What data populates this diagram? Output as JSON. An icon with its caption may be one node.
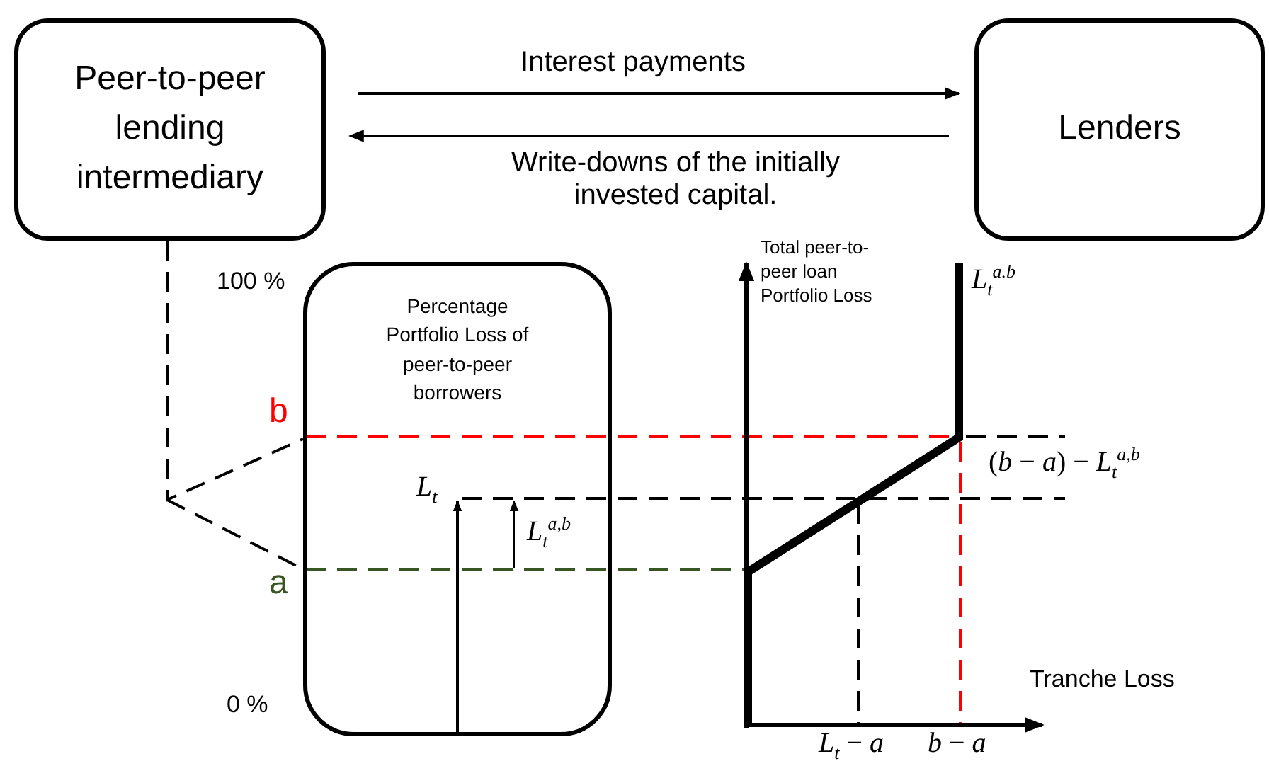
{
  "diagram": {
    "nodes": [
      {
        "text": [
          "Peer-to-peer lending intermediary"
        ]
      },
      {
        "text": [
          "Lenders"
        ]
      },
      {
        "text": [
          "Percentage Portfolio Loss of peer-to-peer borrowers"
        ]
      }
    ],
    "edges": [
      {
        "from": 0,
        "to": 1,
        "arrow": "to",
        "label": "Interest payments"
      },
      {
        "from": 1,
        "to": 0,
        "arrow": "to",
        "label": "Write-downs of the initially invested capital."
      },
      {
        "from": 0,
        "to": 2,
        "arrow": "none",
        "style": "dashed"
      }
    ],
    "labels": [
      "100 %",
      "b",
      "a",
      "0 %",
      "*L*$_{t}$",
      "*L*$_{t}$$^{a,b}$",
      "Total peer-to-peer loan Portfolio Loss",
      "*L*$_{t}$$^{a.b}$",
      "(*b* − *a*) − *L*$_{t}$$^{a,b}$",
      "Tranche Loss",
      "*L*$_{t}$ − *a*",
      "*b* − *a*"
    ]
  }
}
